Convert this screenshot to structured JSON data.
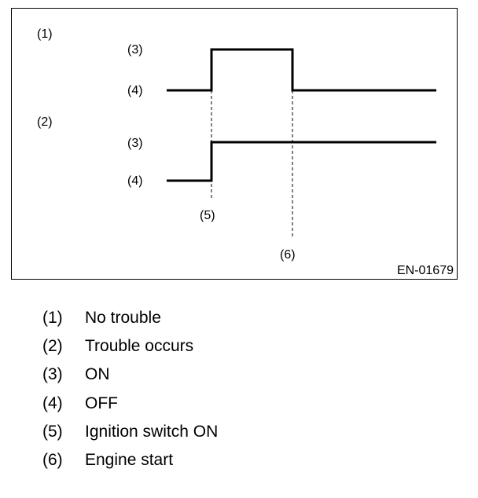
{
  "diagram": {
    "code": "EN-01679",
    "panel_1_label": "(1)",
    "panel_2_label": "(2)",
    "on_label": "(3)",
    "off_label": "(4)",
    "marker_5_label": "(5)",
    "marker_6_label": "(6)",
    "line_color": "#000000"
  },
  "legend": [
    {
      "num": "(1)",
      "text": "No trouble"
    },
    {
      "num": "(2)",
      "text": "Trouble occurs"
    },
    {
      "num": "(3)",
      "text": "ON"
    },
    {
      "num": "(4)",
      "text": "OFF"
    },
    {
      "num": "(5)",
      "text": "Ignition switch ON"
    },
    {
      "num": "(6)",
      "text": "Engine start"
    }
  ]
}
